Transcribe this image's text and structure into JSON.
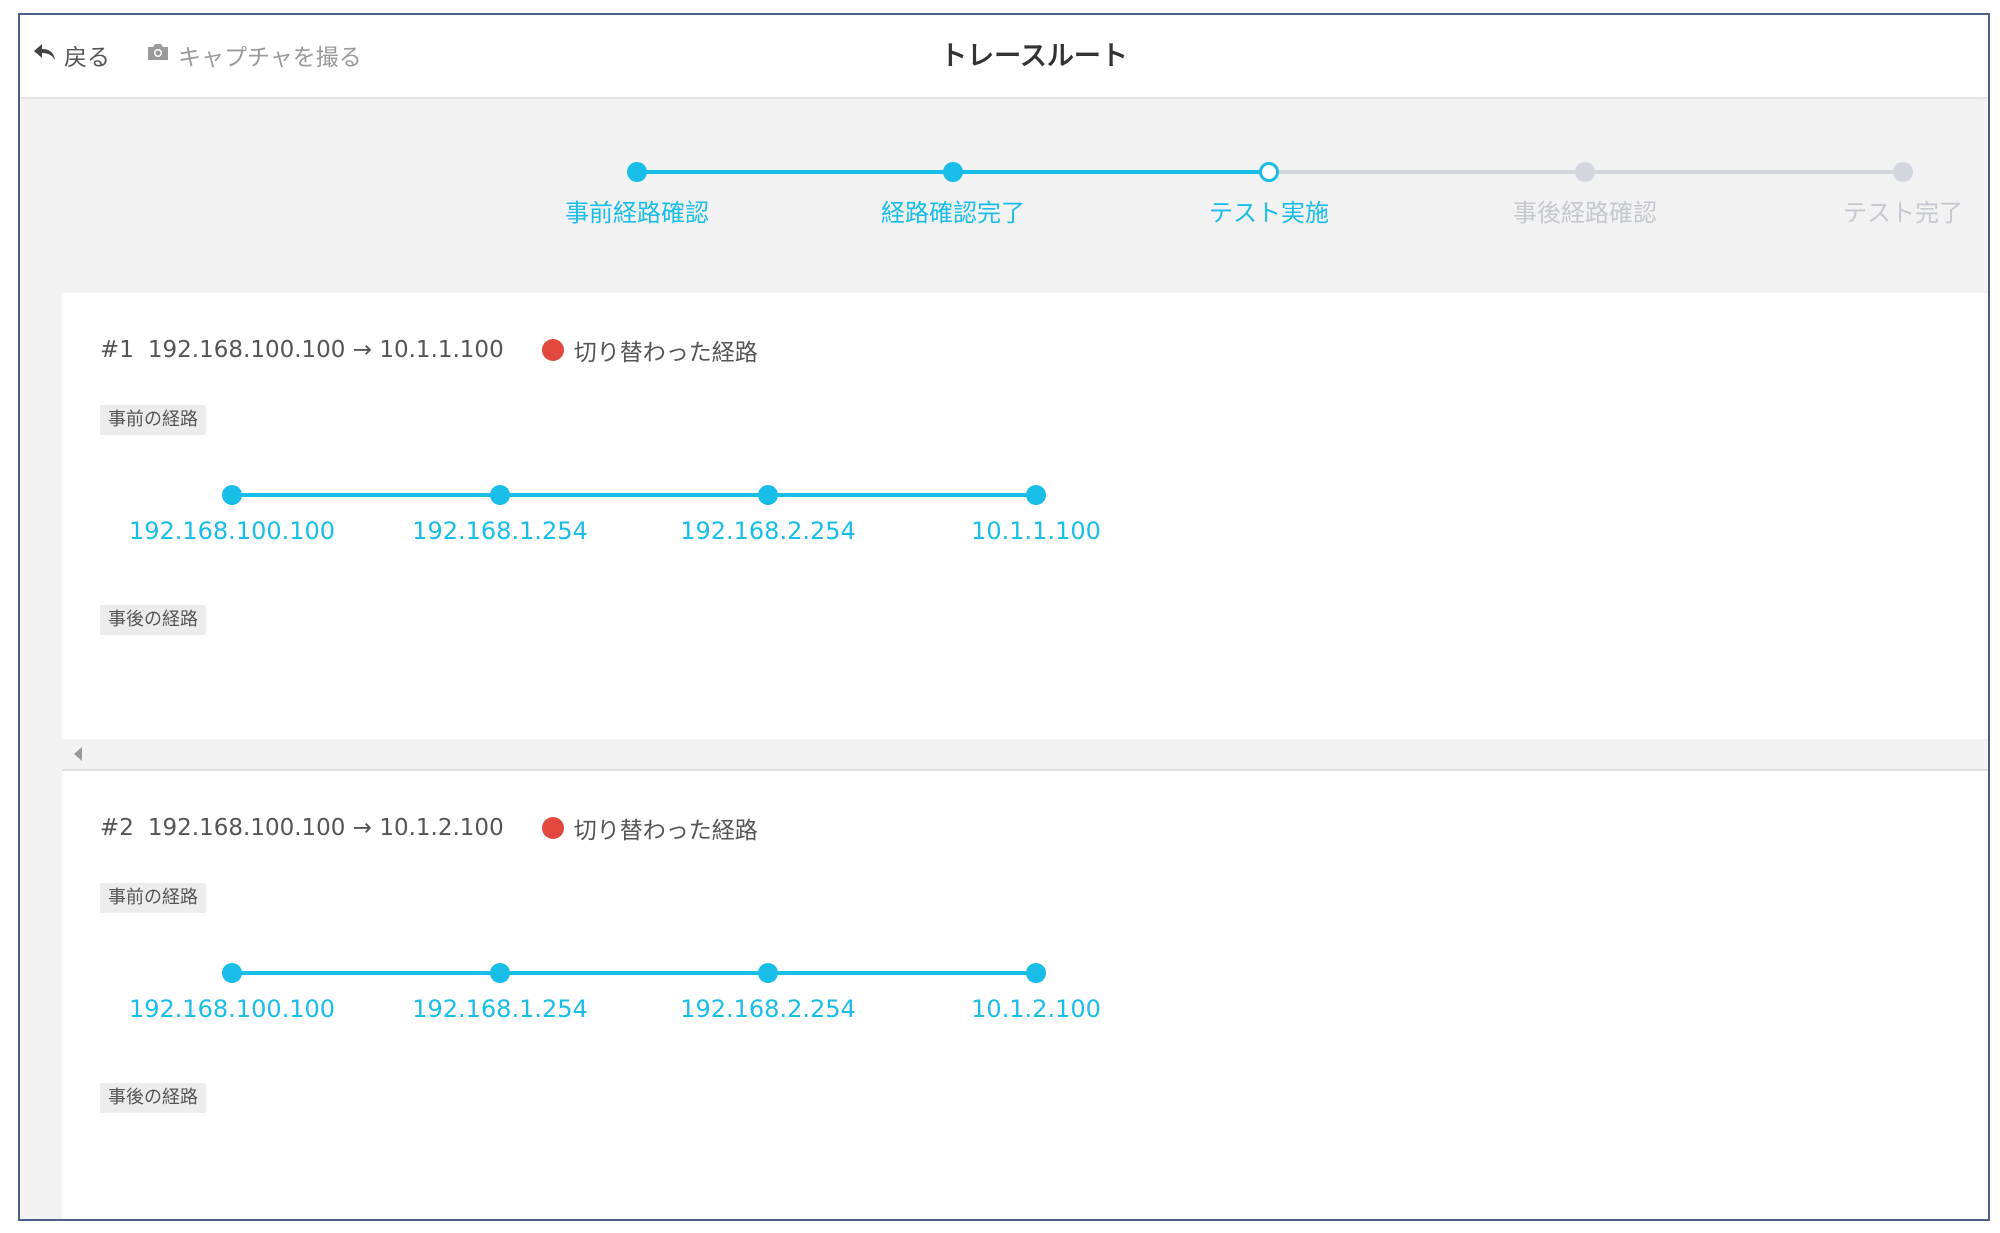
{
  "header": {
    "back_label": "戻る",
    "capture_label": "キャプチャを撮る",
    "title": "トレースルート"
  },
  "steps": [
    {
      "label": "事前経路確認",
      "state": "done"
    },
    {
      "label": "経路確認完了",
      "state": "done"
    },
    {
      "label": "テスト実施",
      "state": "current"
    },
    {
      "label": "事後経路確認",
      "state": "pending"
    },
    {
      "label": "テスト完了",
      "state": "pending"
    }
  ],
  "routes": [
    {
      "header": "#1",
      "path": "192.168.100.100 → 10.1.1.100",
      "status": "切り替わった経路",
      "before_label": "事前の経路",
      "before_nodes": [
        "192.168.100.100",
        "192.168.1.254",
        "192.168.2.254",
        "10.1.1.100"
      ],
      "after_label": "事後の経路"
    },
    {
      "header": "#2",
      "path": "192.168.100.100 → 10.1.2.100",
      "status": "切り替わった経路",
      "before_label": "事前の経路",
      "before_nodes": [
        "192.168.100.100",
        "192.168.1.254",
        "192.168.2.254",
        "10.1.2.100"
      ],
      "after_label": "事後の経路"
    }
  ],
  "colors": {
    "accent": "#18bde8",
    "inactive": "#d3d6dc",
    "inactive_text": "#c5c8ce",
    "status_red": "#e2483d",
    "frame_border": "#4a5f8a"
  },
  "icons": {
    "back": "undo-arrow-icon",
    "capture": "camera-icon",
    "status": "red-dot-icon"
  }
}
